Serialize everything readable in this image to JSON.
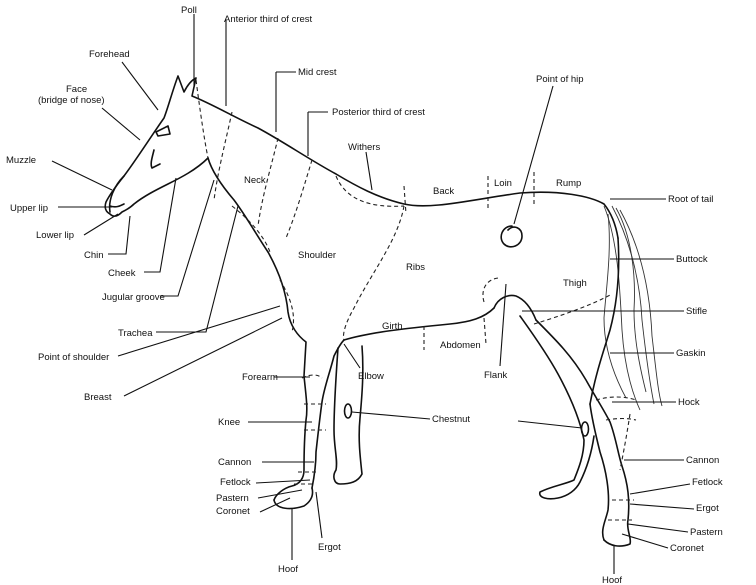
{
  "diagram": {
    "labels": {
      "poll": "Poll",
      "anterior_crest": "Anterior third of crest",
      "forehead": "Forehead",
      "mid_crest": "Mid crest",
      "face_line1": "Face",
      "face_line2": "(bridge of nose)",
      "posterior_crest": "Posterior third of crest",
      "point_of_hip": "Point of hip",
      "withers": "Withers",
      "muzzle": "Muzzle",
      "neck": "Neck",
      "back": "Back",
      "loin": "Loin",
      "rump": "Rump",
      "root_of_tail": "Root of tail",
      "upper_lip": "Upper lip",
      "lower_lip": "Lower lip",
      "chin": "Chin",
      "cheek": "Cheek",
      "shoulder": "Shoulder",
      "ribs": "Ribs",
      "buttock": "Buttock",
      "thigh": "Thigh",
      "jugular_groove": "Jugular groove",
      "trachea": "Trachea",
      "stifle": "Stifle",
      "girth": "Girth",
      "point_of_shoulder": "Point of shoulder",
      "abdomen": "Abdomen",
      "gaskin": "Gaskin",
      "forearm": "Forearm",
      "elbow": "Elbow",
      "breast": "Breast",
      "flank": "Flank",
      "hock": "Hock",
      "knee": "Knee",
      "chestnut": "Chestnut",
      "cannon_fore": "Cannon",
      "cannon_hind": "Cannon",
      "fetlock_fore": "Fetlock",
      "fetlock_hind": "Fetlock",
      "pastern_fore": "Pastern",
      "pastern_hind": "Pastern",
      "coronet_fore": "Coronet",
      "coronet_hind": "Coronet",
      "ergot_fore": "Ergot",
      "ergot_hind": "Ergot",
      "hoof_fore": "Hoof",
      "hoof_hind": "Hoof"
    }
  }
}
